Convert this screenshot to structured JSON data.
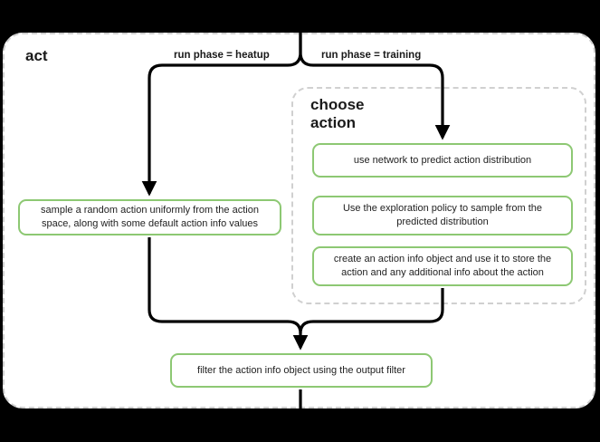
{
  "diagram": {
    "type": "flowchart",
    "title": "act",
    "outer_scope": {
      "label": "act",
      "border_style": "dashed",
      "border_color": "#d0d0d0"
    },
    "inner_scope": {
      "label": "choose\naction",
      "border_style": "dashed",
      "border_color": "#d0d0d0"
    },
    "accent_color": "#8dc873",
    "edge_color": "#000000",
    "background_color": "#ffffff",
    "page_background": "#000000"
  },
  "edge_labels": {
    "heatup": "run phase = heatup",
    "training": "run phase = training"
  },
  "nodes": {
    "sample_random": "sample a random action uniformly from the action space, along with some default action info values",
    "use_network": "use network to predict action distribution",
    "exploration_policy": "Use the exploration policy to sample from the predicted distribution",
    "create_action_info": "create an action info object and use it to store the action and any additional info about the action",
    "filter_action_info": "filter the action info object using the output filter"
  },
  "flow": {
    "branch_point": "top-center split into heatup and training paths",
    "merge_point": "both paths merge above the output filter node"
  }
}
